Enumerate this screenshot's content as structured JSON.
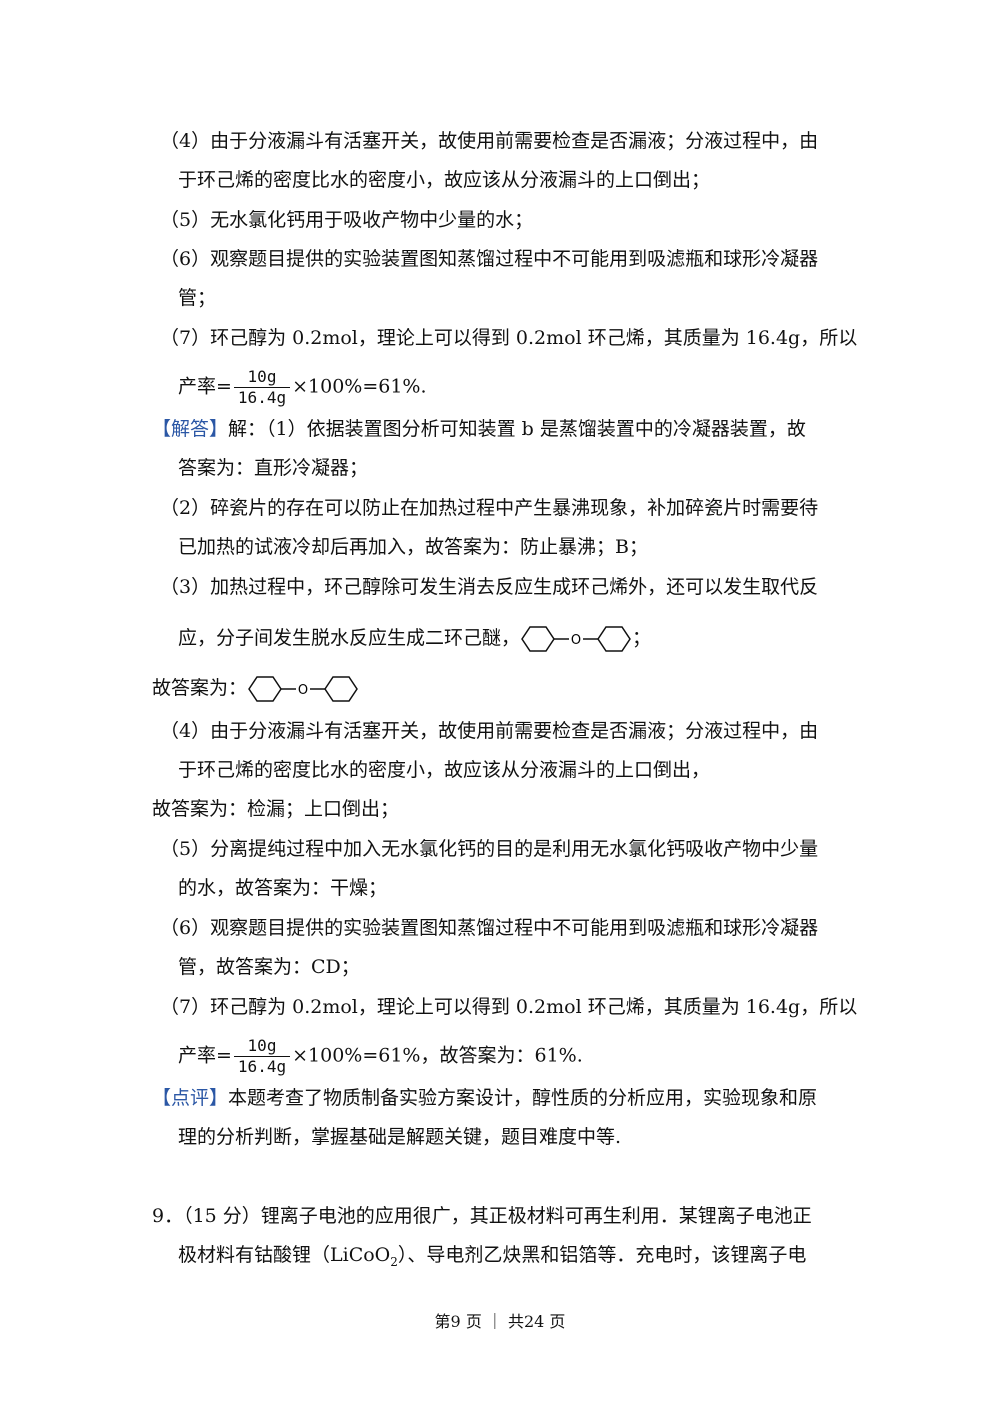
{
  "lines": {
    "l1": "（4）由于分液漏斗有活塞开关，故使用前需要检查是否漏液；分液过程中，由",
    "l2": "于环己烯的密度比水的密度小，故应该从分液漏斗的上口倒出；",
    "l3": "（5）无水氯化钙用于吸收产物中少量的水；",
    "l4": "（6）观察题目提供的实验装置图知蒸馏过程中不可能用到吸滤瓶和球形冷凝器",
    "l5": "管；",
    "l6": "（7）环己醇为 0.2mol，理论上可以得到 0.2mol 环己烯，其质量为 16.4g，所以",
    "l7_pre": "产率=",
    "l7_num": "10g",
    "l7_den": "16.4g",
    "l7_post": "×100%=61%.",
    "l8_tag": "【解答】",
    "l8_text": "解：（1）依据装置图分析可知装置 b 是蒸馏装置中的冷凝器装置，故",
    "l9": "答案为：直形冷凝器；",
    "l10": "（2）碎瓷片的存在可以防止在加热过程中产生暴沸现象，补加碎瓷片时需要待",
    "l11": "已加热的试液冷却后再加入，故答案为：防止暴沸；B；",
    "l12": "（3）加热过程中，环己醇除可发生消去反应生成环己烯外，还可以发生取代反",
    "l13": "应，分子间发生脱水反应生成二环己醚，",
    "l13_post": "；",
    "l14": "故答案为：",
    "l15": "（4）由于分液漏斗有活塞开关，故使用前需要检查是否漏液；分液过程中，由",
    "l16": "于环己烯的密度比水的密度小，故应该从分液漏斗的上口倒出，",
    "l17": "故答案为：检漏；上口倒出；",
    "l18": "（5）分离提纯过程中加入无水氯化钙的目的是利用无水氯化钙吸收产物中少量",
    "l19": "的水，故答案为：干燥；",
    "l20": "（6）观察题目提供的实验装置图知蒸馏过程中不可能用到吸滤瓶和球形冷凝器",
    "l21": "管，故答案为：CD；",
    "l22": "（7）环己醇为 0.2mol，理论上可以得到 0.2mol 环己烯，其质量为 16.4g，所以",
    "l23_pre": "产率=",
    "l23_num": "10g",
    "l23_den": "16.4g",
    "l23_post": "×100%=61%，故答案为：61%.",
    "l24_tag": "【点评】",
    "l24_text": "本题考查了物质制备实验方案设计，醇性质的分析应用，实验现象和原",
    "l25": "理的分析判断，掌握基础是解题关键，题目难度中等.",
    "l26": "9．（15 分）锂离子电池的应用很广，其正极材料可再生利用．某锂离子电池正",
    "l27_pre": "极材料有钴酸锂（LiCoO",
    "l27_sub": "2",
    "l27_post": "）、导电剂乙炔黑和铝箔等．充电时，该锂离子电"
  },
  "molecule_atom": "O",
  "footer": "第9 页 ｜ 共24 页",
  "colors": {
    "tag": "#2b57a5"
  }
}
